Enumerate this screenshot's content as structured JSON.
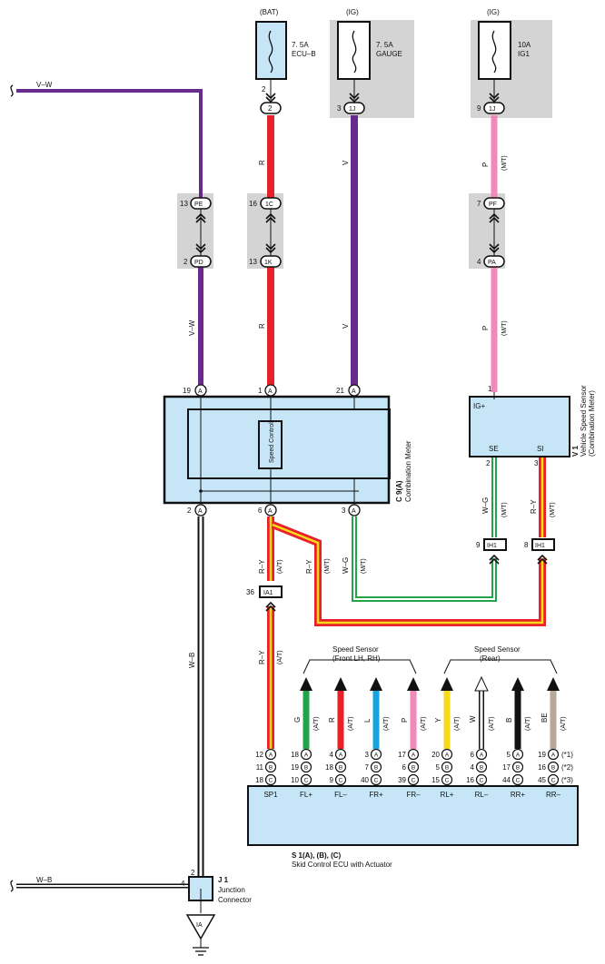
{
  "power": {
    "bat": {
      "tag": "(BAT)",
      "rating": "7. 5A",
      "name": "ECU–B",
      "pin": "2",
      "conn": "2"
    },
    "ig_gauge": {
      "tag": "(IG)",
      "rating": "7. 5A",
      "name": "GAUGE",
      "pin": "3",
      "conn": "1J"
    },
    "ig_ig1": {
      "tag": "(IG)",
      "rating": "10A",
      "name": "IG1",
      "pin": "9",
      "conn": "1J"
    }
  },
  "wires": {
    "vw_left": "V–W",
    "vw": "V–W",
    "r": "R",
    "v": "V",
    "p": "P",
    "mt": "(M/T)",
    "at": "(A/T)",
    "ry": "R–Y",
    "wg": "W–G",
    "wb": "W–B",
    "wb_left": "W–B"
  },
  "junctions": {
    "pe": {
      "pin": "13",
      "name": "PE"
    },
    "pd": {
      "pin": "2",
      "name": "PD"
    },
    "c1": {
      "pin": "16",
      "name": "1C"
    },
    "k1": {
      "pin": "13",
      "name": "1K"
    },
    "pf": {
      "pin": "7",
      "name": "PF"
    },
    "pa": {
      "pin": "4",
      "name": "PA"
    },
    "ia1": {
      "pin": "36",
      "name": "IA1"
    },
    "ih1a": {
      "pin": "9",
      "name": "IH1"
    },
    "ih1b": {
      "pin": "8",
      "name": "IH1"
    }
  },
  "meter": {
    "id": "C 9(A)",
    "name": "Combination Meter",
    "inner": "Speed Control",
    "pins": {
      "p19": "19",
      "p1": "1",
      "p21": "21",
      "p2": "2",
      "p6": "6",
      "p3": "3",
      "letter": "A"
    }
  },
  "vss": {
    "id": "V 1",
    "name": "Vehicle Speed Sensor",
    "sub": "(Combination Meter)",
    "ig": "IG+",
    "se": "SE",
    "si": "SI",
    "pin1": "1",
    "pin2": "2",
    "pin3": "3"
  },
  "sensors": {
    "front": "Speed Sensor",
    "front_sub": "(Front LH,  RH)",
    "rear": "Speed Sensor",
    "rear_sub": "(Rear)",
    "wires": [
      "G",
      "R",
      "L",
      "P",
      "Y",
      "W",
      "B",
      "BE"
    ]
  },
  "ecu": {
    "id": "S 1(A), (B), (C)",
    "name": "Skid Control ECU with Actuator",
    "terminals": [
      "SP1",
      "FL+",
      "FL–",
      "FR+",
      "FR–",
      "RL+",
      "RL–",
      "RR+",
      "RR–"
    ],
    "letters": [
      "A",
      "B",
      "C"
    ],
    "rows": [
      [
        "12",
        "18",
        "4",
        "3",
        "17",
        "20",
        "6",
        "5",
        "19"
      ],
      [
        "11",
        "19",
        "18",
        "7",
        "6",
        "5",
        "4",
        "17",
        "16"
      ],
      [
        "18",
        "10",
        "9",
        "40",
        "39",
        "15",
        "16",
        "44",
        "45"
      ]
    ],
    "notes": [
      "(*1)",
      "(*2)",
      "(*3)"
    ]
  },
  "ground": {
    "id": "J 1",
    "name": "Junction",
    "name2": "Connector",
    "pin_top": "2",
    "pin_left": "4",
    "ia": "IA"
  },
  "colors": {
    "violet": "#6a2a8c",
    "red": "#e8202a",
    "pink": "#f28ab9",
    "yellow": "#f5dc1a",
    "green": "#23a34a",
    "blue": "#18a4e0",
    "beige": "#b6a998",
    "component": "#c6e6f7",
    "shade": "#d4d4d4"
  }
}
